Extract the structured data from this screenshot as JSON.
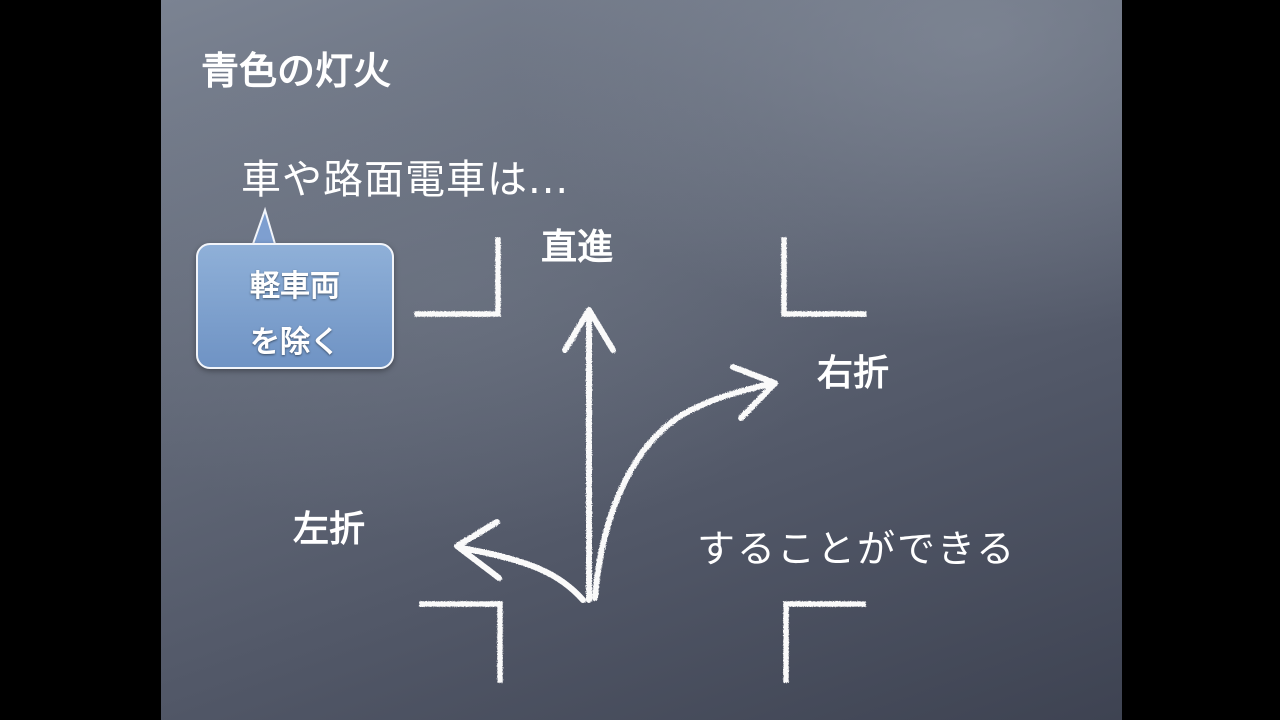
{
  "slide": {
    "title": "青色の灯火",
    "subtitle": "車や路面電車は...",
    "callout": {
      "line1": "軽車両",
      "line2": "を除く",
      "fill_color": "#7a9ccc"
    },
    "directions": {
      "straight": "直進",
      "right": "右折",
      "left": "左折"
    },
    "conclusion": "することができる",
    "colors": {
      "background_light": "#7b8392",
      "background_dark": "#3e4352",
      "chalk": "#ffffff"
    }
  }
}
